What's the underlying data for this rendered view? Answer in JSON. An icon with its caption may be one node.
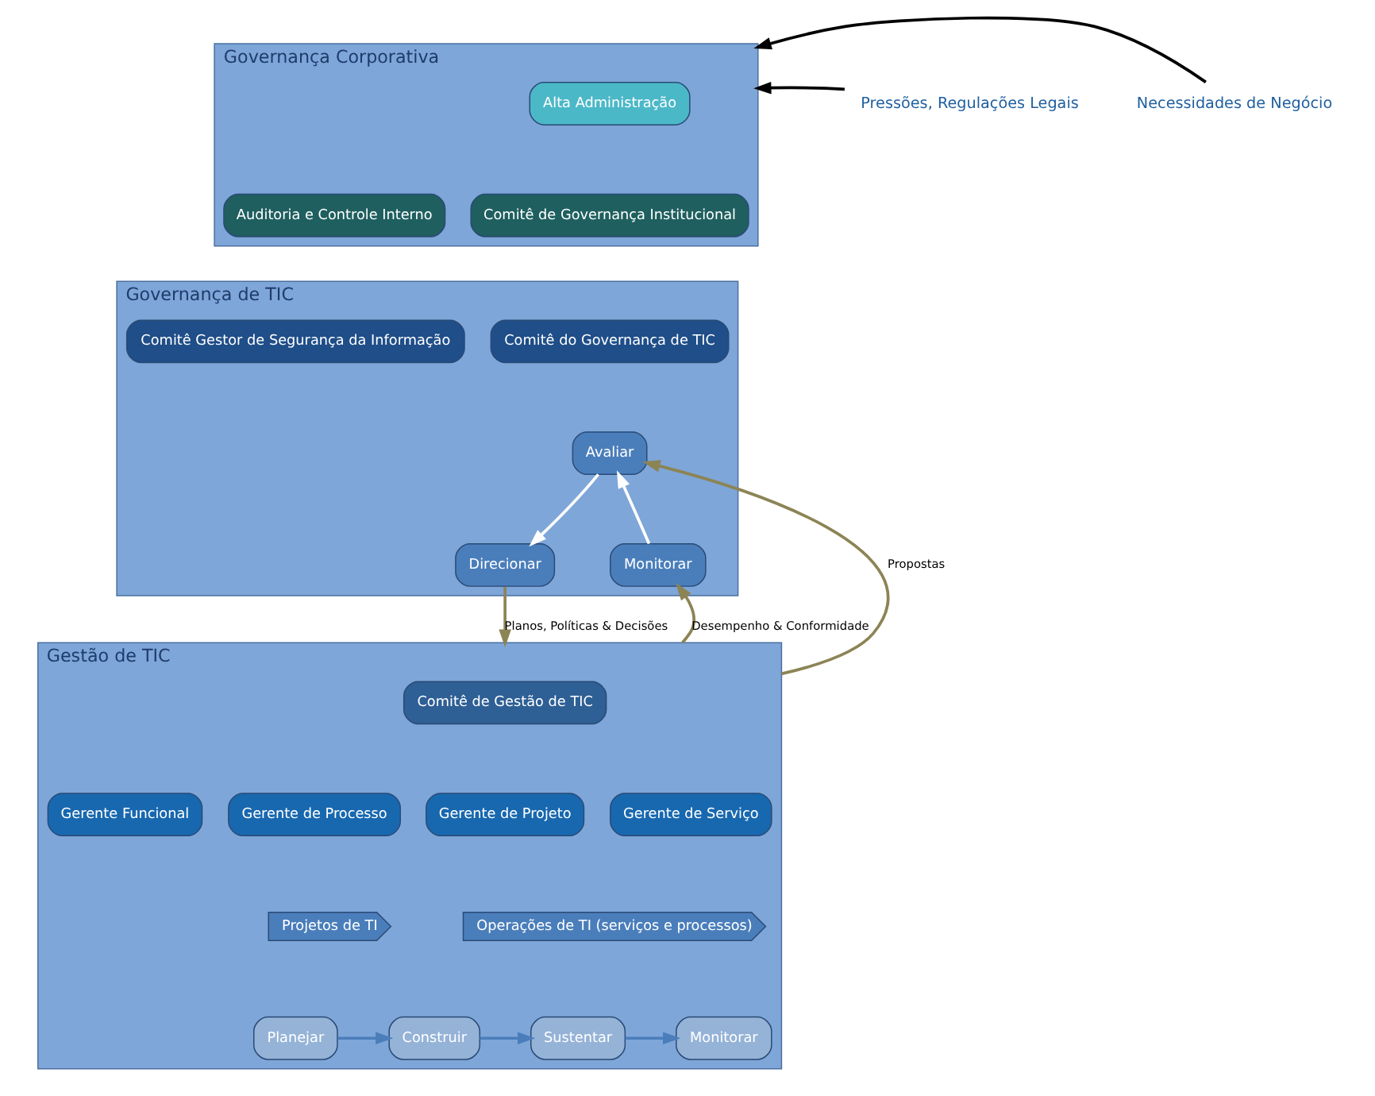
{
  "diagram": {
    "nodes": [
      {
        "text": [
          "Governança Corporativa"
        ]
      },
      {
        "text": [
          "Alta Administração"
        ],
        "in": 0
      },
      {
        "text": [
          "Comitê de Governança Institucional"
        ],
        "in": 0
      },
      {
        "text": [
          "Auditoria e Controle Interno"
        ],
        "in": 0
      },
      {
        "text": [
          "Governança de TIC"
        ]
      },
      {
        "text": [
          "Comitê do Governança de TIC"
        ],
        "in": 4
      },
      {
        "text": [
          "Comitê Gestor de Segurança da Informação"
        ],
        "in": 4
      },
      {
        "text": [
          "Avaliar"
        ],
        "in": 4
      },
      {
        "text": [
          "Direcionar"
        ],
        "in": 4
      },
      {
        "text": [
          "Monitorar"
        ],
        "in": 4
      },
      {
        "text": [
          "Gestão de TIC"
        ]
      },
      {
        "text": [
          "Comitê de Gestão de TIC"
        ],
        "in": 10
      },
      {
        "text": [
          "Gerente de Projeto"
        ],
        "in": 10
      },
      {
        "text": [
          "Gerente de Processo"
        ],
        "in": 10
      },
      {
        "text": [
          "Gerente de Serviço"
        ],
        "in": 10
      },
      {
        "text": [
          "Gerente Funcional"
        ],
        "in": 10
      },
      {
        "text": [
          "Projetos de TI"
        ],
        "in": 10
      },
      {
        "text": [
          "Operações de TI (serviços e processos)"
        ],
        "in": 10
      },
      {
        "text": [
          "Planejar"
        ],
        "in": 10
      },
      {
        "text": [
          "Construir"
        ],
        "in": 10
      },
      {
        "text": [
          "Sustentar"
        ],
        "in": 10
      },
      {
        "text": [
          "Monitorar"
        ],
        "in": 10
      },
      {
        "text": [
          "Pressões, Regulações Legais"
        ]
      },
      {
        "text": [
          "Necessidades de Negócio"
        ]
      }
    ],
    "edges": [
      {
        "from": 22,
        "to": 0,
        "arrow": "to",
        "color": "#000000"
      },
      {
        "from": 23,
        "to": 0,
        "arrow": "to",
        "color": "#000000"
      },
      {
        "from": 7,
        "to": 8,
        "arrow": "to",
        "color": "#ffffff"
      },
      {
        "from": 9,
        "to": 7,
        "arrow": "to",
        "color": "#ffffff"
      },
      {
        "from": 8,
        "to": 10,
        "label": "Planos, Políticas & Decisões",
        "arrow": "to",
        "color": "#8c8455"
      },
      {
        "from": 10,
        "to": 7,
        "label": "Propostas",
        "arrow": "to",
        "color": "#8c8455"
      },
      {
        "from": 10,
        "to": 9,
        "label": "Desempenho & Conformidade",
        "arrow": "to",
        "color": "#8c8455"
      },
      {
        "from": 18,
        "to": 19,
        "arrow": "to",
        "color": "#4a7ebb"
      },
      {
        "from": 19,
        "to": 20,
        "arrow": "to",
        "color": "#4a7ebb"
      },
      {
        "from": 20,
        "to": 21,
        "arrow": "to",
        "color": "#4a7ebb"
      }
    ]
  }
}
